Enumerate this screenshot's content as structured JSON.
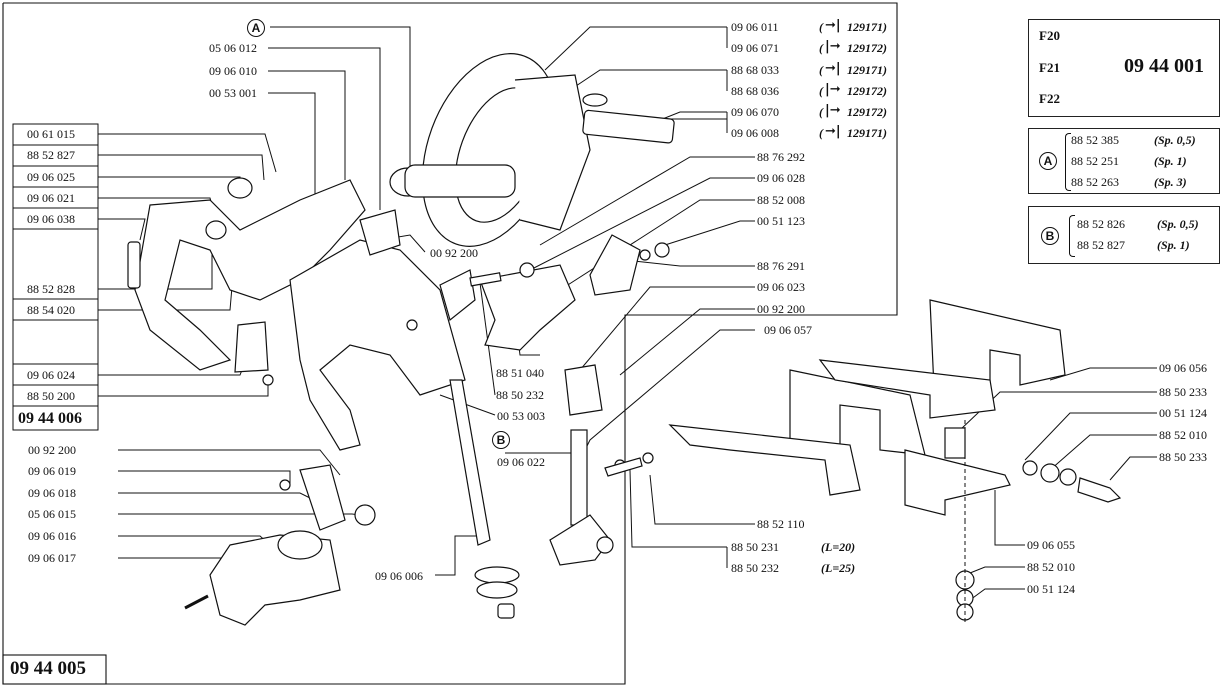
{
  "assembly_codes": {
    "main": "09 44 005",
    "sub": "09 44 006",
    "ref_box": "09 44 001"
  },
  "ref_box_items": [
    "F20",
    "F21",
    "F22"
  ],
  "option_A": {
    "letter": "A",
    "rows": [
      {
        "code": "88 52 385",
        "spec": "(Sp. 0,5)"
      },
      {
        "code": "88 52 251",
        "spec": "(Sp. 1)"
      },
      {
        "code": "88 52 263",
        "spec": "(Sp. 3)"
      }
    ]
  },
  "option_B": {
    "letter": "B",
    "rows": [
      {
        "code": "88 52 826",
        "spec": "(Sp. 0,5)"
      },
      {
        "code": "88 52 827",
        "spec": "(Sp. 1)"
      }
    ]
  },
  "left_list": [
    "00 61 015",
    "88 52 827",
    "09 06 025",
    "09 06 021",
    "09 06 038",
    "88 52 828",
    "88 54 020",
    "09 06 024",
    "88 50 200"
  ],
  "top_labels": [
    "05 06 012",
    "09 06 010",
    "00 53 001"
  ],
  "top_right_labels": [
    {
      "code": "09 06 011",
      "arrow": "➞|",
      "ref": "129171)",
      "pre": "("
    },
    {
      "code": "09 06 071",
      "arrow": "|➞",
      "ref": "129172)",
      "pre": "("
    },
    {
      "code": "88 68 033",
      "arrow": "➞|",
      "ref": "129171)",
      "pre": "("
    },
    {
      "code": "88 68 036",
      "arrow": "|➞",
      "ref": "129172)",
      "pre": "("
    },
    {
      "code": "09 06 070",
      "arrow": "|➞",
      "ref": "129172)",
      "pre": "("
    },
    {
      "code": "09 06 008",
      "arrow": "➞|",
      "ref": "129171)",
      "pre": "("
    }
  ],
  "mid_labels": {
    "l00_92_200_a": "00 92 200",
    "l88_76_292": "88 76 292",
    "l09_06_028": "09 06 028",
    "l88_52_008": "88 52 008",
    "l00_51_123": "00 51 123",
    "l88_76_291": "88 76 291",
    "l09_06_023": "09 06 023",
    "l00_92_200_b": "00 92 200",
    "l09_06_057": "09 06 057",
    "l88_51_040": "88 51 040",
    "l88_50_232": "88 50 232",
    "l00_53_003": "00 53 003",
    "l09_06_022": "09 06 022",
    "l09_06_006": "09 06 006",
    "l88_52_110": "88 52 110",
    "l88_50_231": "88 50 231",
    "l88_50_231_spec": "(L=20)",
    "l88_50_232b": "88 50 232",
    "l88_50_232b_spec": "(L=25)"
  },
  "bottom_left_labels": [
    "00 92 200",
    "09 06 019",
    "09 06 018",
    "05 06 015",
    "09 06 016",
    "09 06 017"
  ],
  "right_labels": {
    "l09_06_056": "09 06 056",
    "l88_50_233": "88 50 233",
    "l00_51_124": "00 51 124",
    "l88_52_010": "88 52 010",
    "l88_50_233b": "88 50 233",
    "l09_06_055": "09 06 055",
    "l88_52_010b": "88 52 010",
    "l00_51_124b": "00 51 124"
  },
  "callout_letters": {
    "A": "A",
    "B": "B"
  }
}
